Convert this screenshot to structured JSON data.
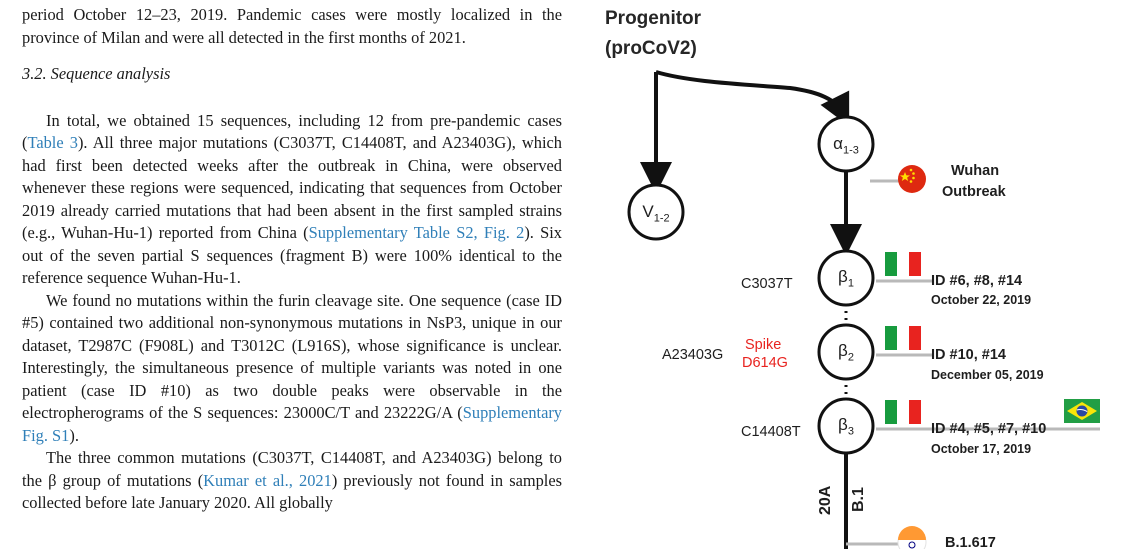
{
  "text": {
    "p0": "period October 12–23, 2019. Pandemic cases were mostly localized in the province of Milan and were all detected in the first months of 2021.",
    "section_title": "3.2.  Sequence analysis",
    "p1_a": "In total, we obtained 15 sequences, including 12 from pre-pandemic cases (",
    "p1_ref1": "Table 3",
    "p1_b": "). All three major mutations (C3037T, C14408T, and A23403G), which had first been detected weeks after the outbreak in China, were observed whenever these regions were sequenced, indicating that sequences from October 2019 already carried mutations that had been absent in the first sampled strains (e.g., Wuhan-Hu-1) reported from China (",
    "p1_ref2": "Supplementary Table S2, Fig. 2",
    "p1_c": "). Six out of the seven partial S sequences (fragment B) were 100% identical to the reference sequence Wuhan-Hu-1.",
    "p2_a": "We found no mutations within the furin cleavage site. One sequence (case ID #5) contained two additional non-synonymous mutations in NsP3, unique in our dataset, T2987C (F908L) and T3012C (L916S), whose significance is unclear. Interestingly, the simultaneous presence of multiple variants was noted in one patient (case ID #10) as two double peaks were observable in the electropherograms of the S sequences: 23000C/T and 23222G/A (",
    "p2_ref": "Supplementary Fig. S1",
    "p2_b": ").",
    "p3_a": "The three common mutations (C3037T, C14408T, and A23403G) belong to the β group of mutations (",
    "p3_ref": "Kumar et al., 2021",
    "p3_b": ") previously not found in samples collected before late January 2020. All globally"
  },
  "diagram": {
    "title_line1": "Progenitor",
    "title_line2": "(proCoV2)",
    "nodes": {
      "alpha": {
        "symbol": "α",
        "sub": "1-3"
      },
      "v": {
        "symbol": "V",
        "sub": "1-2"
      },
      "beta1": {
        "symbol": "β",
        "sub": "1"
      },
      "beta2": {
        "symbol": "β",
        "sub": "2"
      },
      "beta3": {
        "symbol": "β",
        "sub": "3"
      }
    },
    "wuhan_line1": "Wuhan",
    "wuhan_line2": "Outbreak",
    "mut1": "C3037T",
    "mut2": "A23403G",
    "spike_line1": "Spike",
    "spike_line2": "D614G",
    "mut3": "C14408T",
    "id1": "ID #6, #8, #14",
    "date1": "October 22, 2019",
    "id2": "ID #10, #14",
    "date2": "December 05, 2019",
    "id3": "ID #4, #5, #7, #10",
    "date3": "October 17, 2019",
    "clade_20a": "20A",
    "clade_b1": "B.1",
    "variant": "B.1.617",
    "colors": {
      "spike": "#e8231f",
      "ref_link": "#2f7fb8",
      "connector": "#b9b9b9"
    }
  }
}
